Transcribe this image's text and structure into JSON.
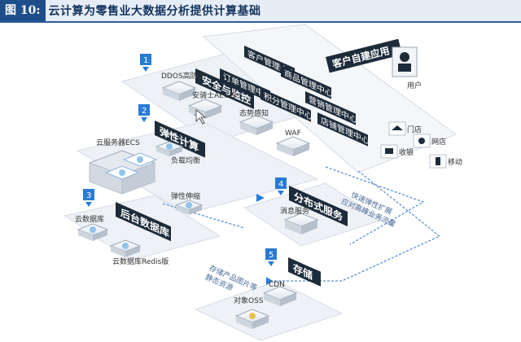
{
  "figure": {
    "label": "图 10:",
    "title": "云计算为零售业大数据分析提供计算基础"
  },
  "user": {
    "label": "用户"
  },
  "sections": [
    {
      "number": "1",
      "banner": "安全与监控"
    },
    {
      "number": "2",
      "banner": "弹性计算"
    },
    {
      "number": "3",
      "banner": "后台数据库"
    },
    {
      "number": "4",
      "banner": "分布式服务"
    },
    {
      "number": "5",
      "banner": "存储"
    }
  ],
  "client_app": {
    "banner": "客户自建应用",
    "modules": [
      "客户管理中心",
      "订单管理中心",
      "商品管理中心",
      "营销管理中心",
      "积分管理中心",
      "店铺管理中心"
    ],
    "channels": [
      "门店",
      "网店",
      "收银",
      "移动"
    ]
  },
  "security": {
    "items": [
      "DDOS高防IP",
      "安骑士AEGIS",
      "态势感知",
      "WAF"
    ]
  },
  "compute": {
    "items": [
      "云服务器ECS",
      "负载均衡",
      "弹性伸缩"
    ]
  },
  "database": {
    "items": [
      "云数据库",
      "云数据库Redis版"
    ]
  },
  "distributed": {
    "item": "消息服务",
    "flow_text": [
      "快速弹性扩展",
      "应对高峰业务流量"
    ]
  },
  "storage": {
    "items": [
      "CDN",
      "对象OSS"
    ],
    "flow_text": [
      "存储产品图片等",
      "静态资源"
    ]
  },
  "colors": {
    "accent": "#2a7bd4",
    "banner": "#1d2b3a",
    "platform": "#eef1f5",
    "flow": "#5b8fd6"
  }
}
